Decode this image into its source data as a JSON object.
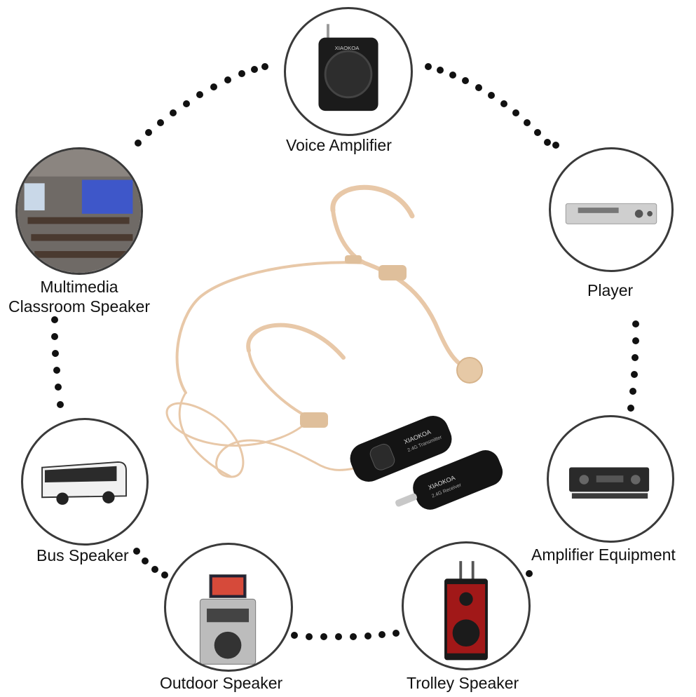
{
  "labels": {
    "voice_amplifier": "Voice Amplifier",
    "player": "Player",
    "multimedia_line1": "Multimedia",
    "multimedia_line2": "Classroom Speaker",
    "bus_speaker": "Bus Speaker",
    "amplifier_equipment": "Amplifier Equipment",
    "outdoor_speaker": "Outdoor Speaker",
    "trolley_speaker": "Trolley Speaker"
  },
  "device_text": {
    "amplifier_brand": "XIAOKOA",
    "transmitter_brand": "XIAOKOA",
    "receiver_brand": "XIAOKOA",
    "transmitter_sub": "2.4G Transmitter",
    "receiver_sub": "2.4G Receiver"
  },
  "colors": {
    "ring": "#3a3a3a",
    "dot": "#111111",
    "headset": "#e8c8a8",
    "device": "#141414"
  }
}
